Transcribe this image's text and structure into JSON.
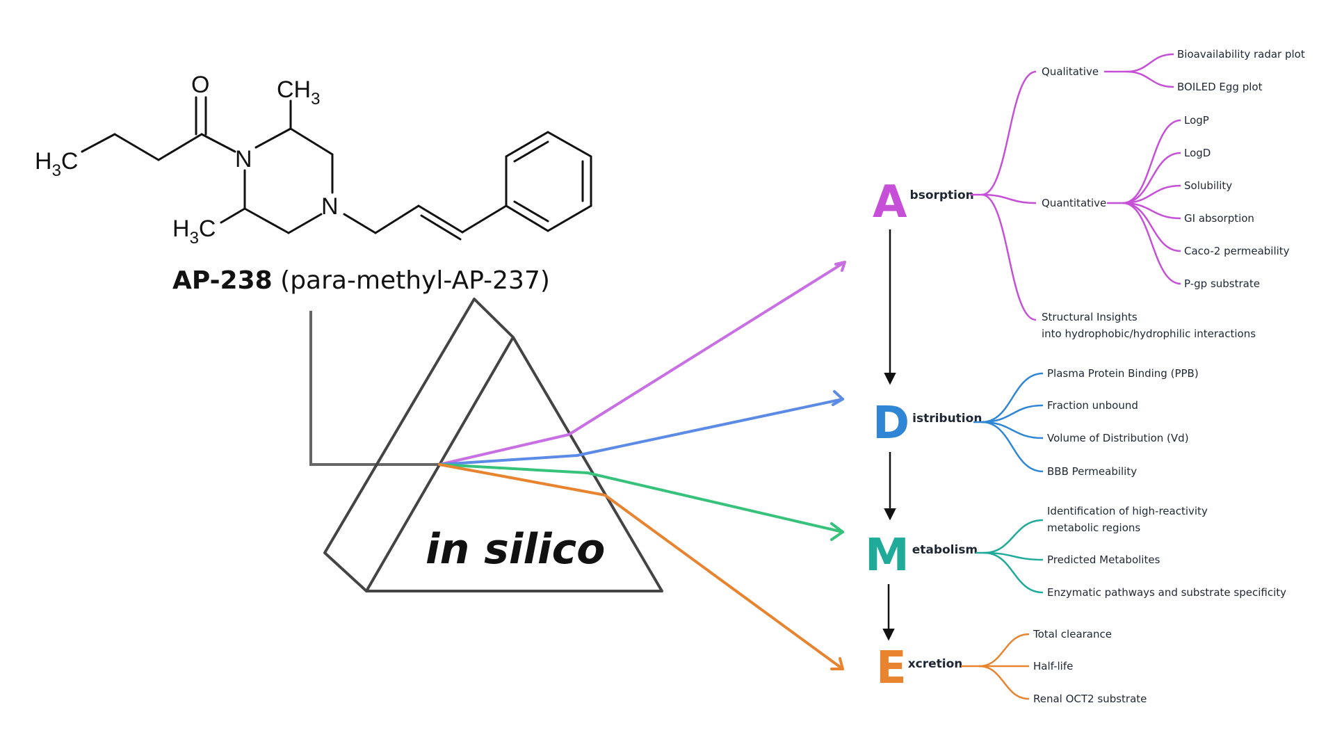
{
  "molecule": {
    "title_bold": "AP-238",
    "title_rest": " (para-methyl-AP-237)",
    "atoms": {
      "oxygen": "O",
      "methyl_top": "CH",
      "methyl_top_sub": "3",
      "ethyl_h": "H",
      "ethyl_sub": "3",
      "ethyl_c": "C",
      "n1": "N",
      "n2": "N",
      "methyl_bottom_h": "H",
      "methyl_bottom_sub": "3",
      "methyl_bottom_c": "C"
    }
  },
  "prism": {
    "label": "in silico"
  },
  "colors": {
    "absorption": "#c64fd8",
    "distribution": "#2f86d4",
    "metabolism": "#1faa9a",
    "excretion": "#e8832f",
    "green_ray": "#36c27a",
    "blue_ray": "#5b8be6",
    "purple_ray": "#c96fe4"
  },
  "adme": {
    "absorption": {
      "letter": "A",
      "rest": "bsorption",
      "groups": [
        {
          "label": "Qualitative",
          "items": [
            "Bioavailability radar plot",
            "BOILED Egg plot"
          ]
        },
        {
          "label": "Quantitative",
          "items": [
            "LogP",
            "LogD",
            "Solubility",
            "GI absorption",
            "Caco-2 permeability",
            "P-gp substrate"
          ]
        },
        {
          "label_lines": [
            "Structural Insights",
            "into hydrophobic/hydrophilic interactions"
          ]
        }
      ]
    },
    "distribution": {
      "letter": "D",
      "rest": "istribution",
      "items": [
        "Plasma Protein Binding (PPB)",
        "Fraction unbound",
        "Volume of Distribution (Vd)",
        "BBB Permeability"
      ]
    },
    "metabolism": {
      "letter": "M",
      "rest": "etabolism",
      "items": [
        {
          "lines": [
            "Identification of high-reactivity",
            "metabolic regions"
          ]
        },
        {
          "lines": [
            "Predicted Metabolites"
          ]
        },
        {
          "lines": [
            "Enzymatic pathways and substrate specificity"
          ]
        }
      ]
    },
    "excretion": {
      "letter": "E",
      "rest": "xcretion",
      "items": [
        "Total clearance",
        "Half-life",
        "Renal OCT2 substrate"
      ]
    }
  }
}
